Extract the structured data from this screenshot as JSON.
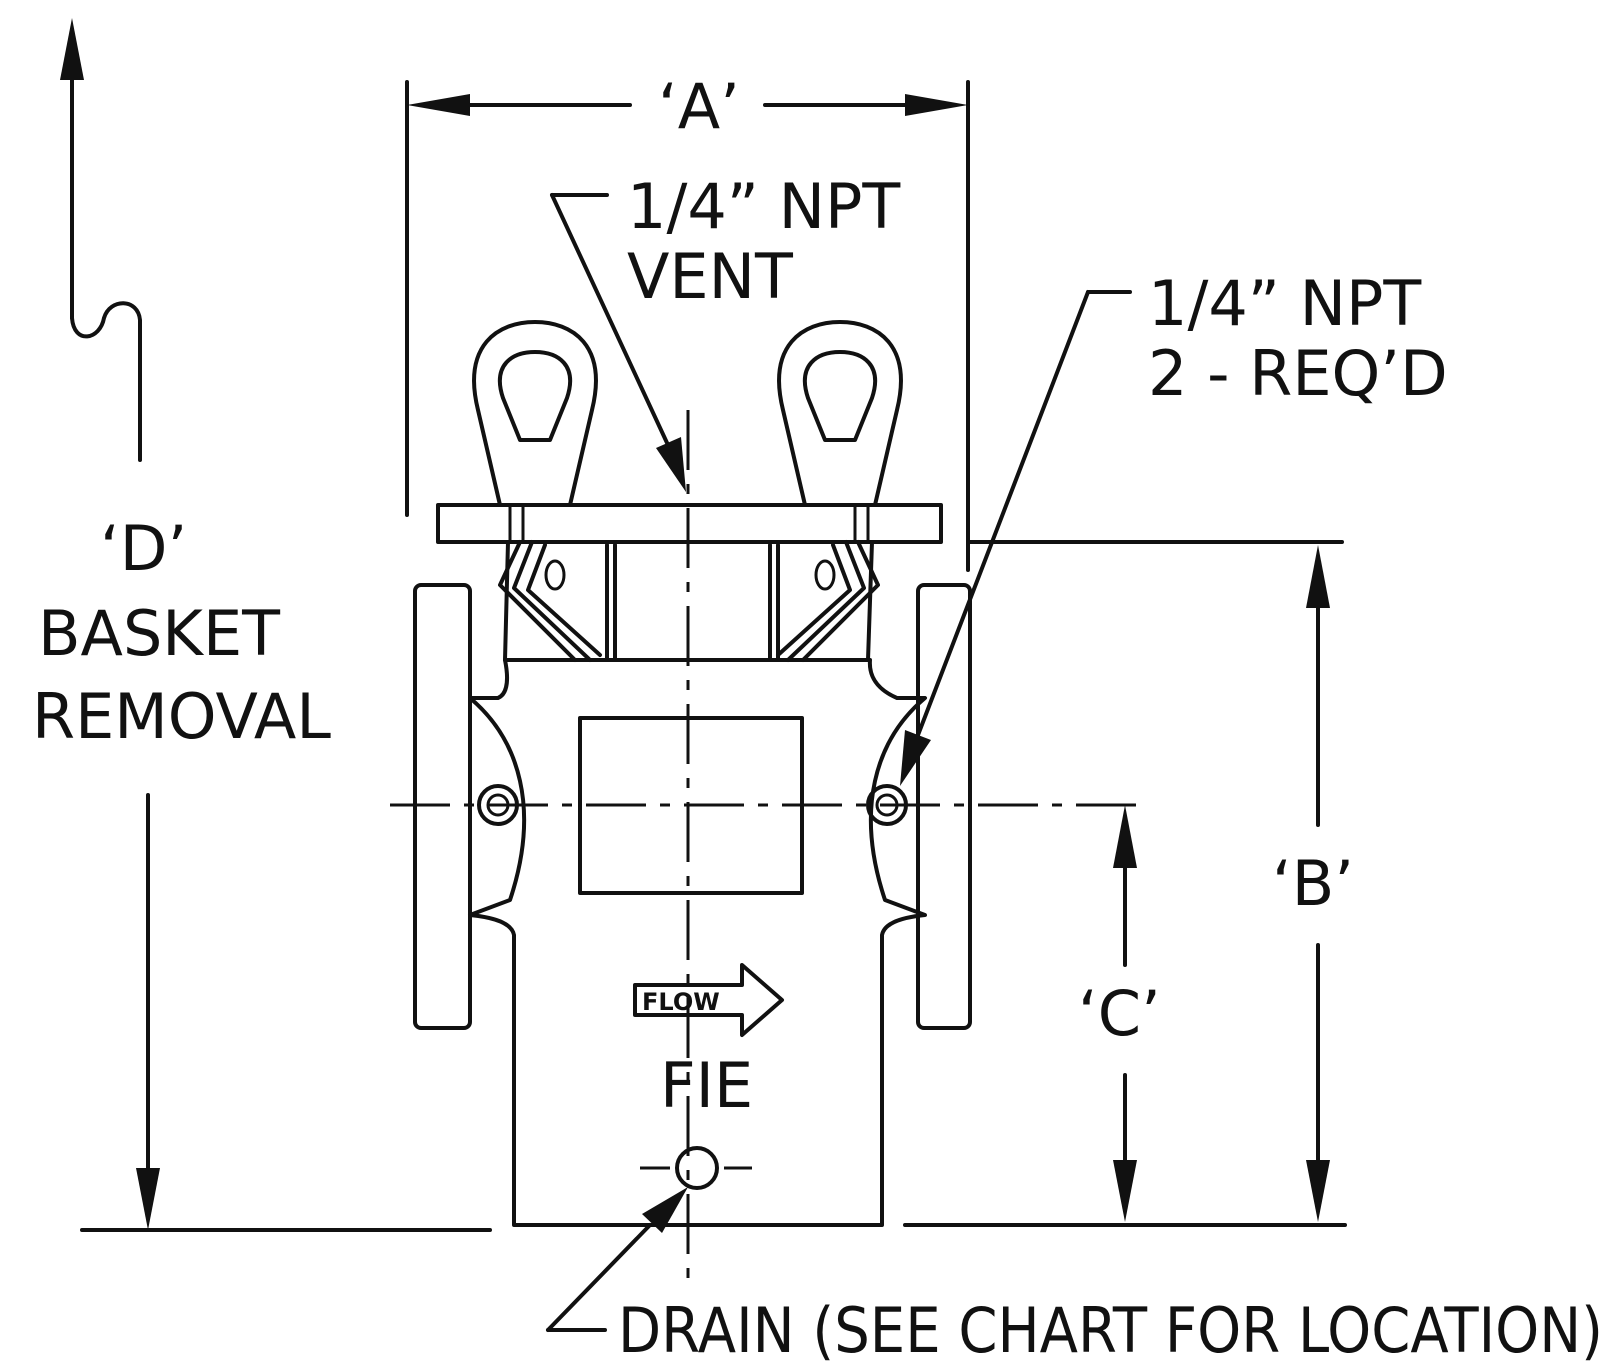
{
  "labels": {
    "dim_a": "‘A’",
    "dim_b": "‘B’",
    "dim_c": "‘C’",
    "dim_d": "‘D’",
    "basket_line1": "BASKET",
    "basket_line2": "REMOVAL",
    "vent_line1": "1/4” NPT",
    "vent_line2": "VENT",
    "side_npt_line1": "1/4” NPT",
    "side_npt_line2": "2 - REQ’D",
    "flow": "FLOW",
    "model": "FIE",
    "drain": "DRAIN (SEE CHART FOR LOCATION)"
  },
  "colors": {
    "ink": "#111111",
    "paper": "#ffffff"
  }
}
